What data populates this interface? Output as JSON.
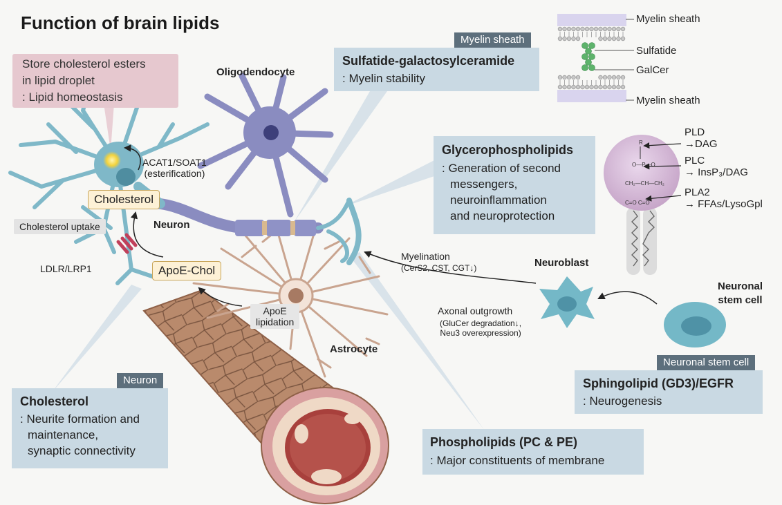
{
  "title": "Function of brain lipids",
  "cells": {
    "oligodendrocyte": "Oligodendocyte",
    "neuron": "Neuron",
    "astrocyte": "Astrocyte",
    "neuroblast": "Neuroblast",
    "neuronal_stem_cell": [
      "Neuronal",
      "stem cell"
    ]
  },
  "membrane_schematic": {
    "myelin_top": "Myelin sheath",
    "sulfatide": "Sulfatide",
    "galcer": "GalCer",
    "myelin_bottom": "Myelin sheath"
  },
  "vesicle_schematic": {
    "pld": [
      "PLD",
      "→DAG"
    ],
    "plc": [
      "PLC",
      "→ InsP₃/DAG"
    ],
    "pla2": [
      "PLA2",
      "→ FFAs/LysoGpl"
    ]
  },
  "neuron_labels": {
    "acat": [
      "ACAT1/SOAT1",
      "(esterification)"
    ],
    "cholesterol_key": "Cholesterol",
    "cholesterol_uptake": "Cholesterol uptake",
    "ldlr": "LDLR/LRP1",
    "apoe_chol": "ApoE-Chol",
    "apoe_lipidation": [
      "ApoE",
      "lipidation"
    ]
  },
  "process_labels": {
    "myelination": "Myelination",
    "myelination_detail": "(CerS2, CST, CGT↓)",
    "axonal": "Axonal outgrowth",
    "axonal_detail": [
      "(GluCer degradation↓,",
      "Neu3 overexpression)"
    ]
  },
  "boxes": {
    "lipid_droplet": [
      "Store cholesterol esters",
      "in lipid droplet",
      ": Lipid homeostasis"
    ],
    "sulfatide": {
      "tag": "Myelin sheath",
      "heading": "Sulfatide-galactosylceramide",
      "text": ": Myelin stability"
    },
    "glycerophospholipids": {
      "heading": "Glycerophospholipids",
      "lines": [
        ": Generation of second",
        "messengers,",
        "neuroinflammation",
        "and neuroprotection"
      ]
    },
    "cholesterol": {
      "tag": "Neuron",
      "heading": "Cholesterol",
      "lines": [
        ": Neurite formation and",
        "maintenance,",
        "synaptic connectivity"
      ]
    },
    "phospholipids": {
      "heading": "Phospholipids (PC & PE)",
      "text": ": Major constituents of membrane"
    },
    "sphingolipid": {
      "tag": "Neuronal stem cell",
      "heading": "Sphingolipid (GD3)/EGFR",
      "text": ": Neurogenesis"
    }
  },
  "colors": {
    "box": "#c9d9e3",
    "tag": "#5d6f7c",
    "neuron": "#7fb8c8",
    "oligodendrocyte": "#8a8cc0",
    "astrocyte": "#c9a48f",
    "vessel": "#b58466",
    "lumen": "#a8403c"
  }
}
